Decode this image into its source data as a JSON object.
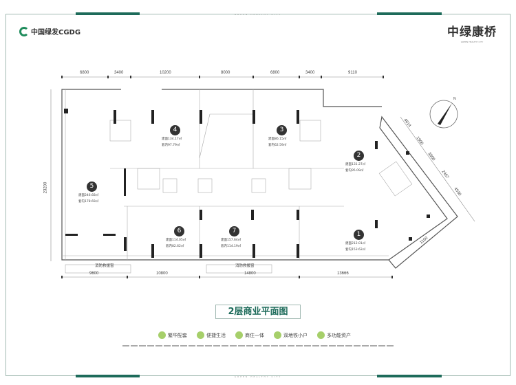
{
  "header": {
    "band_text": "GREEN HEALTHY CITY",
    "logo_text": "中国绿发CGDG",
    "brand_title": "中绿康桥",
    "brand_subtitle": "GREEN HEALTHY CITY"
  },
  "dimensions": {
    "top": [
      "6800",
      "3400",
      "10200",
      "8000",
      "6800",
      "3400",
      "9110"
    ],
    "bottom": [
      "9600",
      "10800",
      "14800",
      "13666"
    ],
    "left": "23200",
    "diagonal": [
      "4614",
      "1900",
      "3800",
      "2467",
      "4530",
      "1160"
    ]
  },
  "fire_rescue_label": "消防救援窗",
  "compass_label": "N",
  "units": [
    {
      "no": "1",
      "gross": "建面212.01㎡",
      "inner": "套内153.62㎡"
    },
    {
      "no": "2",
      "gross": "建面131.27㎡",
      "inner": "套内95.09㎡"
    },
    {
      "no": "3",
      "gross": "建面86.15㎡",
      "inner": "套内62.59㎡"
    },
    {
      "no": "4",
      "gross": "建面134.17㎡",
      "inner": "套内97.79㎡"
    },
    {
      "no": "5",
      "gross": "建面246.68㎡",
      "inner": "套内178.69㎡"
    },
    {
      "no": "6",
      "gross": "建面114.05㎡",
      "inner": "套内82.62㎡"
    },
    {
      "no": "7",
      "gross": "建面157.64㎡",
      "inner": "套内114.19㎡"
    }
  ],
  "plan_title": "2层商业平面图",
  "tags": [
    "繁华配套",
    "便捷生活",
    "商住一体",
    "双地铁小户",
    "多功能资产"
  ],
  "colors": {
    "brand_green": "#1d6b5a",
    "tag_green": "#a6cf6a"
  }
}
